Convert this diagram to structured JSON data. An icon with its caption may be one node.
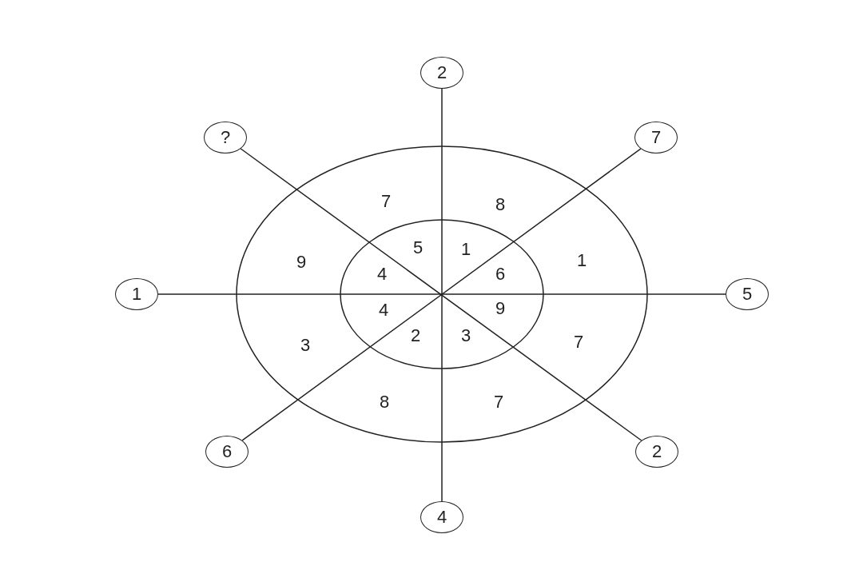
{
  "diagram": {
    "nodes": [
      {
        "text": [
          "2"
        ]
      },
      {
        "text": [
          "?"
        ]
      },
      {
        "text": [
          "7"
        ]
      },
      {
        "text": [
          "1"
        ]
      },
      {
        "text": [
          "5"
        ]
      },
      {
        "text": [
          "6"
        ]
      },
      {
        "text": [
          "2"
        ]
      },
      {
        "text": [
          "4"
        ]
      }
    ],
    "edges": [
      {
        "from": 0,
        "to": 7,
        "arrow": "none"
      },
      {
        "from": 1,
        "to": 6,
        "arrow": "none"
      },
      {
        "from": 2,
        "to": 5,
        "arrow": "none"
      },
      {
        "from": 3,
        "to": 4,
        "arrow": "none"
      }
    ],
    "labels": [
      "7",
      "8",
      "5",
      "1",
      "9",
      "1",
      "4",
      "6",
      "4",
      "9",
      "2",
      "3",
      "3",
      "7",
      "8",
      "7"
    ]
  }
}
